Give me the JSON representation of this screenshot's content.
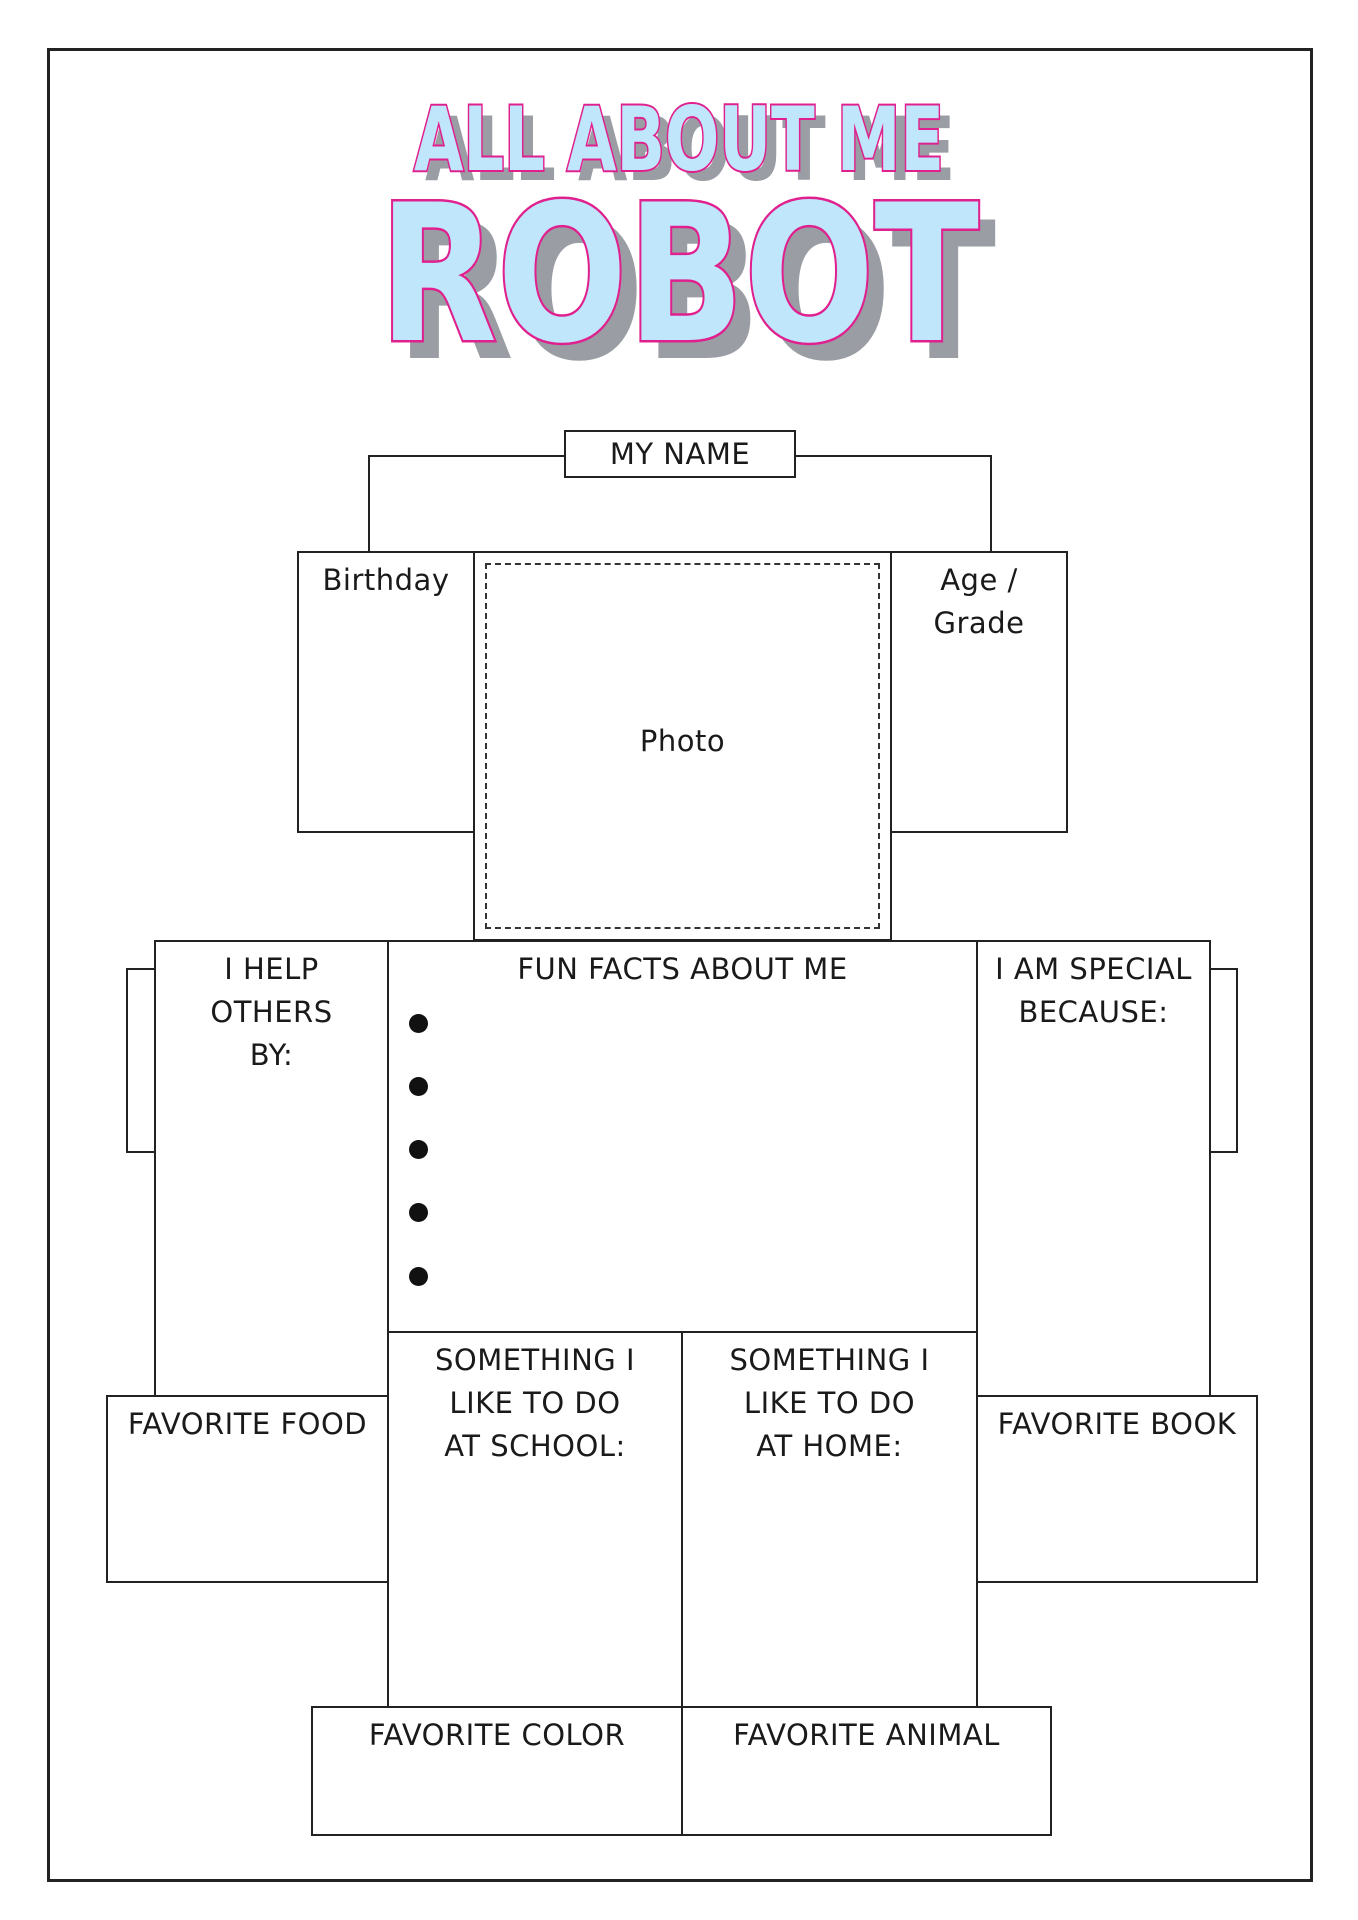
{
  "title": {
    "line1": "ALL ABOUT ME",
    "line2": "ROBOT",
    "fill_color": "#bfe6fb",
    "outline_color": "#e0208e",
    "shadow_color": "#9b9da4"
  },
  "fields": {
    "name": "MY NAME",
    "birthday": "Birthday",
    "photo": "Photo",
    "age_grade": "Age /\nGrade",
    "help_others": "I HELP\nOTHERS\nBY:",
    "fun_facts": "FUN FACTS ABOUT ME",
    "special": "I AM SPECIAL\nBECAUSE:",
    "school": "SOMETHING I\nLIKE TO DO\nAT SCHOOL:",
    "home": "SOMETHING I\nLIKE TO DO\nAT HOME:",
    "food": "FAVORITE FOOD",
    "book": "FAVORITE BOOK",
    "color": "FAVORITE COLOR",
    "animal": "FAVORITE ANIMAL"
  }
}
